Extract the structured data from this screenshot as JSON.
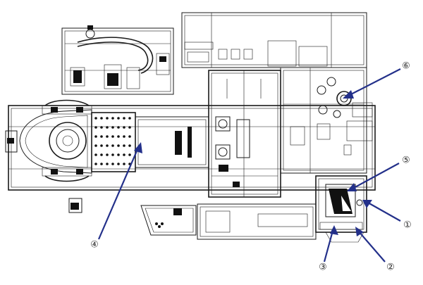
{
  "callouts": [
    {
      "id": "1",
      "label": "①"
    },
    {
      "id": "2",
      "label": "②"
    },
    {
      "id": "3",
      "label": "③"
    },
    {
      "id": "4",
      "label": "④"
    },
    {
      "id": "5",
      "label": "⑤"
    },
    {
      "id": "6",
      "label": "⑥"
    }
  ],
  "colors": {
    "line": "#1a1a1a",
    "arrow": "#23308a",
    "background": "#ffffff"
  }
}
